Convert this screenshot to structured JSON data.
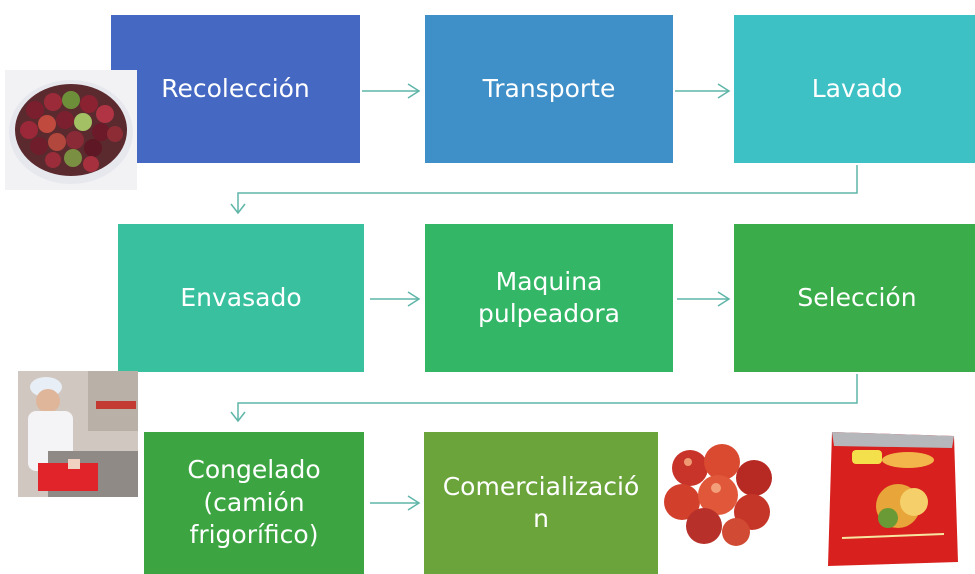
{
  "flow": {
    "steps": [
      {
        "label": "Recolección",
        "color": "#4569c2"
      },
      {
        "label": "Transporte",
        "color": "#3f8fc9"
      },
      {
        "label": "Lavado",
        "color": "#3dc1c5"
      },
      {
        "label": "Envasado",
        "color": "#39c19f"
      },
      {
        "label": "Maquina\npulpeadora",
        "color": "#33b766"
      },
      {
        "label": "Selección",
        "color": "#3aad4a"
      },
      {
        "label": "Congelado\n(camión\nfrigorífico)",
        "color": "#3ca542"
      },
      {
        "label": "Comercializació\nn",
        "color": "#6aa43b"
      }
    ],
    "arrow_color": "#5fb5a8"
  },
  "images": [
    {
      "icon": "fruit-bowl-photo"
    },
    {
      "icon": "worker-photo"
    },
    {
      "icon": "red-fruits-photo"
    },
    {
      "icon": "pulp-package-photo"
    }
  ]
}
